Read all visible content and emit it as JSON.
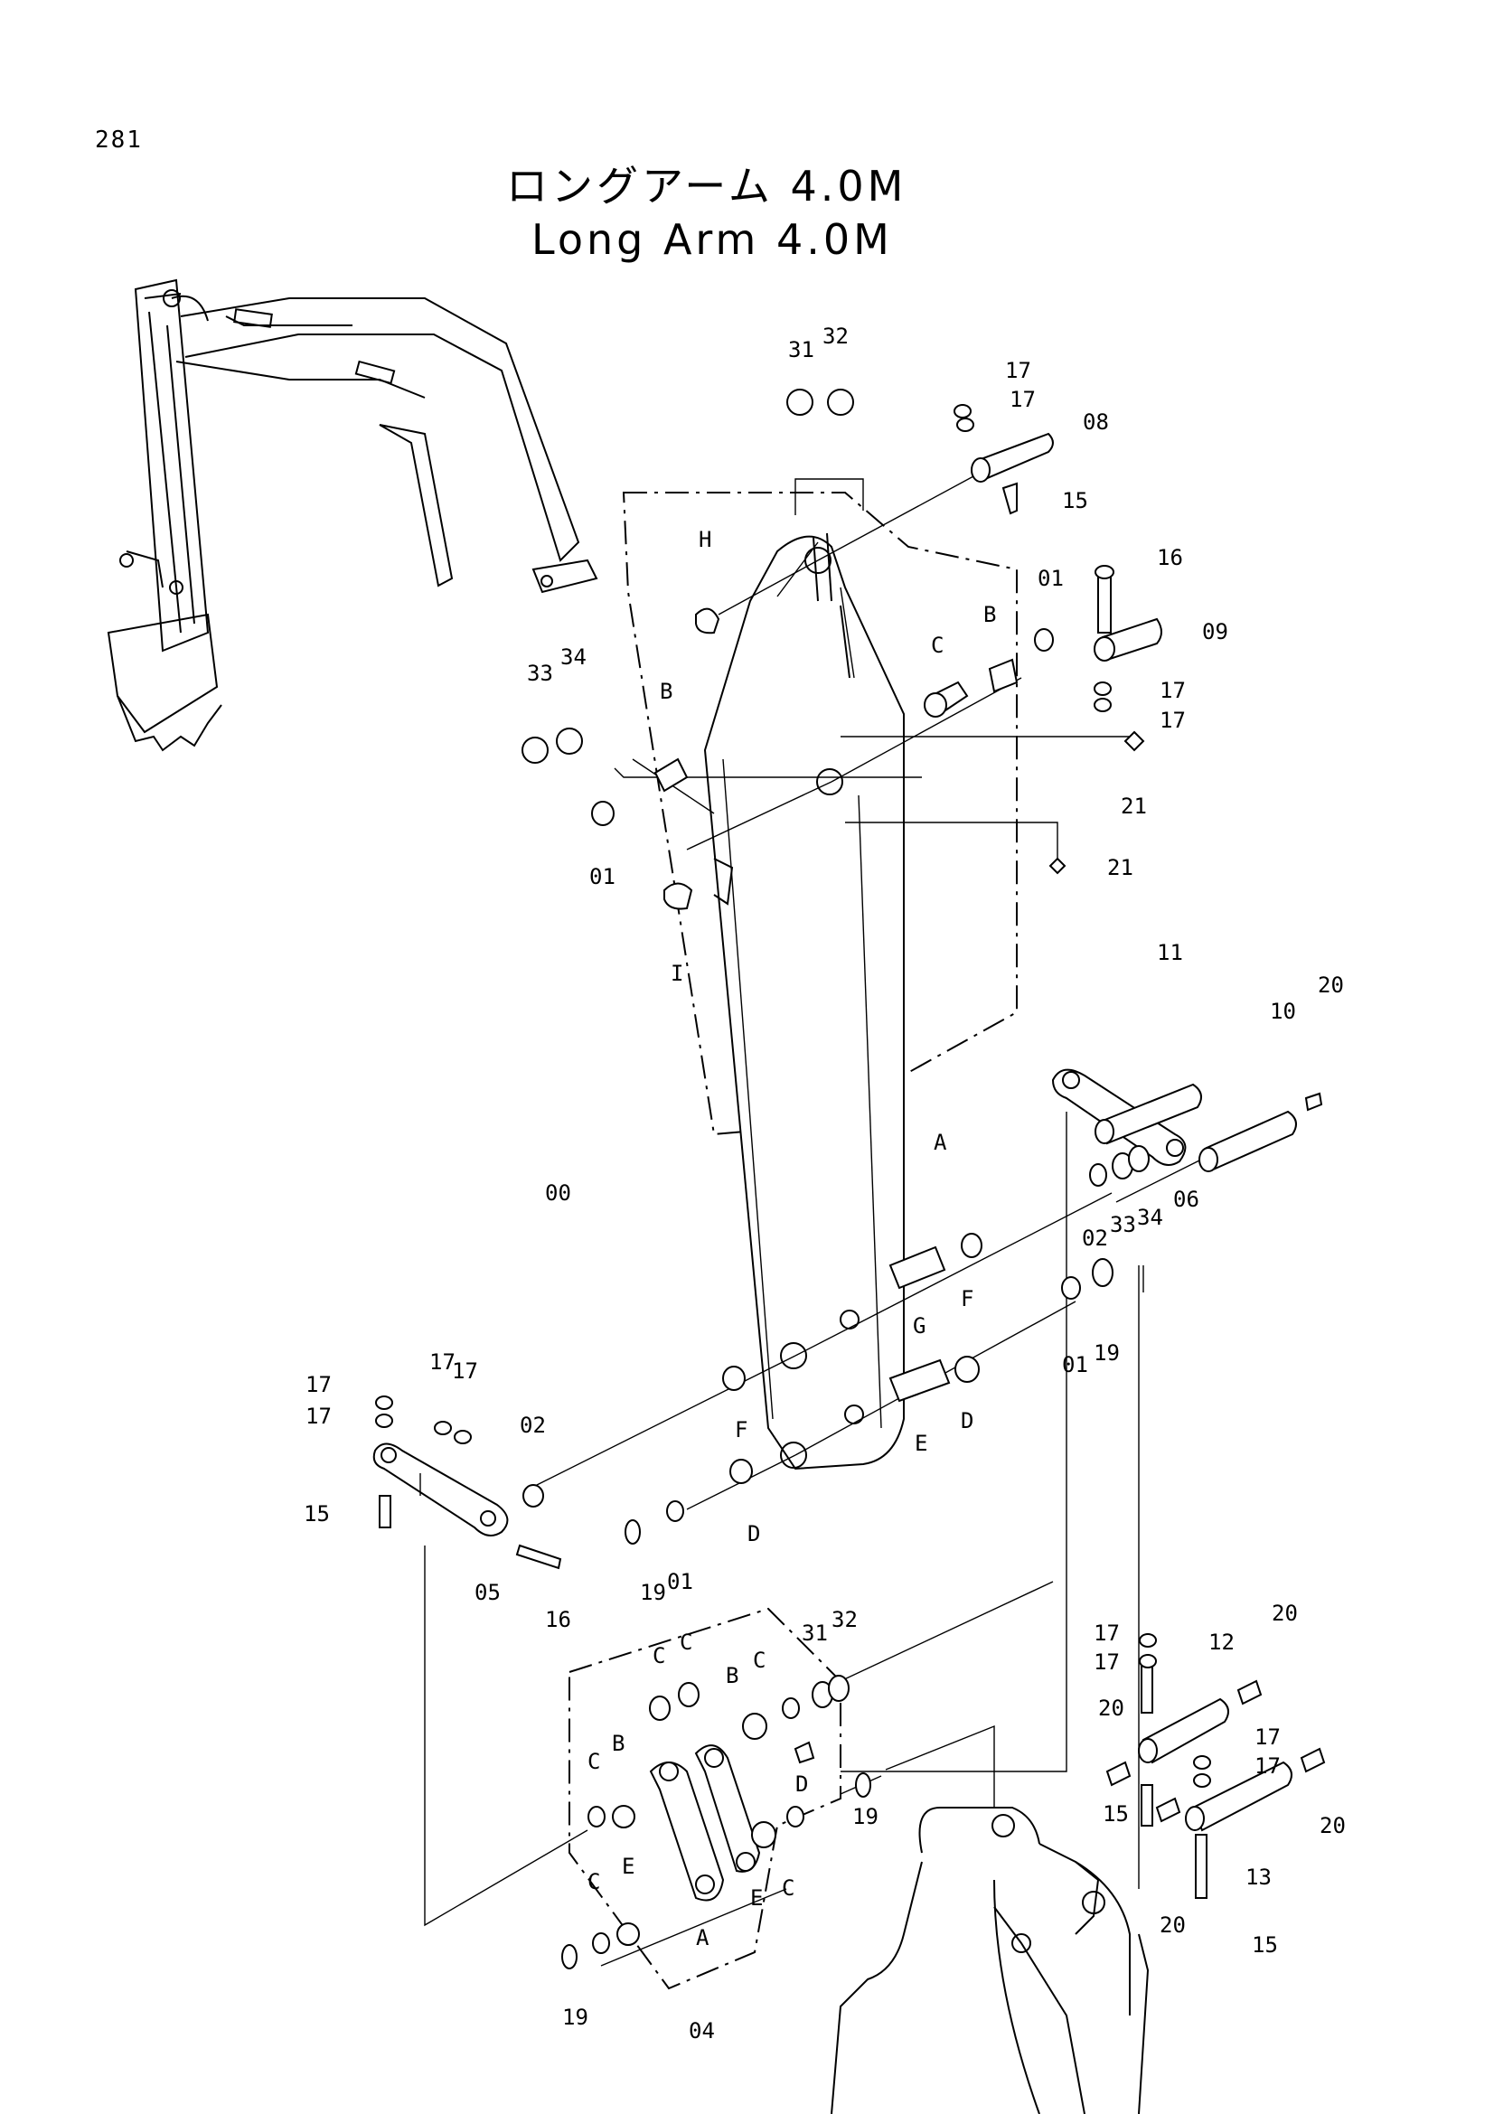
{
  "page_number": "281",
  "title_jp": "ロングアーム 4.0M",
  "title_en": "Long Arm 4.0M",
  "labels": [
    {
      "id": "31a",
      "text": "31"
    },
    {
      "id": "32a",
      "text": "32"
    },
    {
      "id": "17a",
      "text": "17"
    },
    {
      "id": "17b",
      "text": "17"
    },
    {
      "id": "08",
      "text": "08"
    },
    {
      "id": "15a",
      "text": "15"
    },
    {
      "id": "H",
      "text": "H"
    },
    {
      "id": "16a",
      "text": "16"
    },
    {
      "id": "01a",
      "text": "01"
    },
    {
      "id": "Ba",
      "text": "B"
    },
    {
      "id": "Ca",
      "text": "C"
    },
    {
      "id": "09",
      "text": "09"
    },
    {
      "id": "17c",
      "text": "17"
    },
    {
      "id": "17d",
      "text": "17"
    },
    {
      "id": "33a",
      "text": "33"
    },
    {
      "id": "34a",
      "text": "34"
    },
    {
      "id": "Bb",
      "text": "B"
    },
    {
      "id": "21a",
      "text": "21"
    },
    {
      "id": "01b",
      "text": "01"
    },
    {
      "id": "21b",
      "text": "21"
    },
    {
      "id": "I",
      "text": "I"
    },
    {
      "id": "11",
      "text": "11"
    },
    {
      "id": "10",
      "text": "10"
    },
    {
      "id": "20a",
      "text": "20"
    },
    {
      "id": "Aa",
      "text": "A"
    },
    {
      "id": "00",
      "text": "00"
    },
    {
      "id": "06",
      "text": "06"
    },
    {
      "id": "02a",
      "text": "02"
    },
    {
      "id": "33b",
      "text": "33"
    },
    {
      "id": "34b",
      "text": "34"
    },
    {
      "id": "Ga",
      "text": "G"
    },
    {
      "id": "Fa",
      "text": "F"
    },
    {
      "id": "01c",
      "text": "01"
    },
    {
      "id": "19a",
      "text": "19"
    },
    {
      "id": "17e",
      "text": "17"
    },
    {
      "id": "17f",
      "text": "17"
    },
    {
      "id": "17g",
      "text": "17"
    },
    {
      "id": "17h",
      "text": "17"
    },
    {
      "id": "02b",
      "text": "02"
    },
    {
      "id": "Fb",
      "text": "F"
    },
    {
      "id": "Ea",
      "text": "E"
    },
    {
      "id": "Da",
      "text": "D"
    },
    {
      "id": "15b",
      "text": "15"
    },
    {
      "id": "05",
      "text": "05"
    },
    {
      "id": "16b",
      "text": "16"
    },
    {
      "id": "19b",
      "text": "19"
    },
    {
      "id": "01d",
      "text": "01"
    },
    {
      "id": "Db",
      "text": "D"
    },
    {
      "id": "Cb",
      "text": "C"
    },
    {
      "id": "Cc",
      "text": "C"
    },
    {
      "id": "31b",
      "text": "31"
    },
    {
      "id": "32b",
      "text": "32"
    },
    {
      "id": "Bc",
      "text": "B"
    },
    {
      "id": "Cd",
      "text": "C"
    },
    {
      "id": "Dc",
      "text": "D"
    },
    {
      "id": "Ce",
      "text": "C"
    },
    {
      "id": "Bd",
      "text": "B"
    },
    {
      "id": "19c",
      "text": "19"
    },
    {
      "id": "Ce2",
      "text": "C"
    },
    {
      "id": "Eb",
      "text": "E"
    },
    {
      "id": "Ab",
      "text": "A"
    },
    {
      "id": "Ec",
      "text": "E"
    },
    {
      "id": "Cf",
      "text": "C"
    },
    {
      "id": "19d",
      "text": "19"
    },
    {
      "id": "04",
      "text": "04"
    },
    {
      "id": "17i",
      "text": "17"
    },
    {
      "id": "17j",
      "text": "17"
    },
    {
      "id": "12",
      "text": "12"
    },
    {
      "id": "20b",
      "text": "20"
    },
    {
      "id": "20c",
      "text": "20"
    },
    {
      "id": "17k",
      "text": "17"
    },
    {
      "id": "17l",
      "text": "17"
    },
    {
      "id": "15c",
      "text": "15"
    },
    {
      "id": "13",
      "text": "13"
    },
    {
      "id": "20d",
      "text": "20"
    },
    {
      "id": "20e",
      "text": "20"
    },
    {
      "id": "15d",
      "text": "15"
    }
  ]
}
